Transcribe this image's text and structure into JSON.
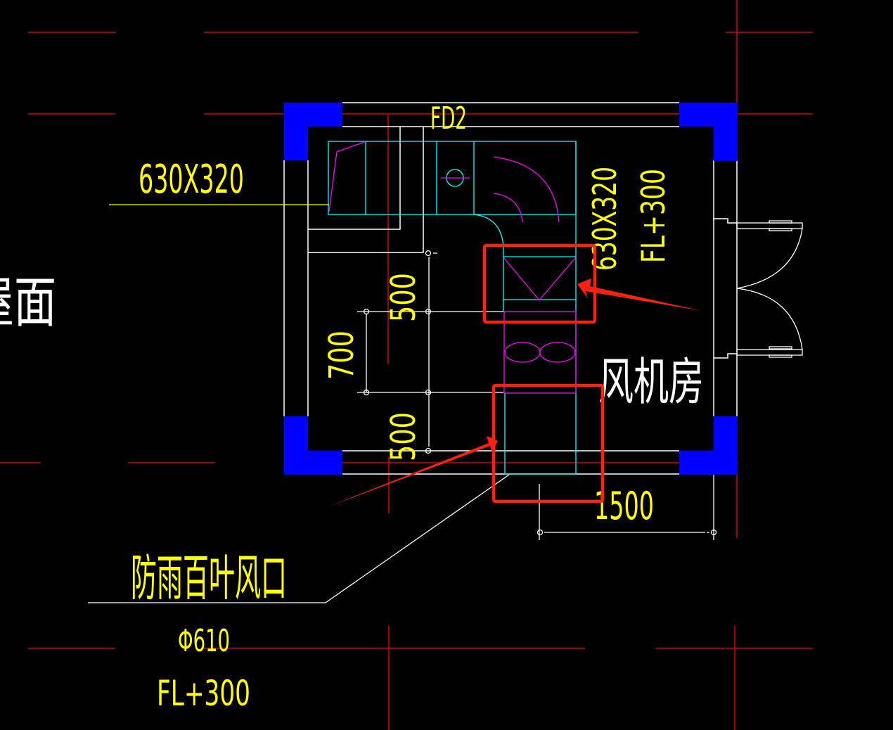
{
  "drawing": {
    "background_color": "#000000",
    "colors": {
      "axis_grid": "#ff0000",
      "wall": "#ffffff",
      "column": "#0000ff",
      "duct": "#00ffff",
      "equipment": "#ff00ff",
      "annotation_text": "#ffff00",
      "room_text": "#ffffff",
      "markup_highlight": "#ff2010"
    },
    "labels": {
      "fan_tag": "FD2",
      "duct_size_left": "630X320",
      "duct_size_right": "630X320",
      "elevation_right": "FL+300",
      "room_name": "风机房",
      "roof_partial": "屋面",
      "louver_label": "防雨百叶风口",
      "louver_diameter": "Φ610",
      "louver_elevation": "FL+300"
    },
    "dimensions": {
      "upper_segment": "500",
      "middle_segment": "700",
      "lower_segment": "500",
      "width": "1500"
    },
    "markup": {
      "highlight_boxes": [
        {
          "name": "fan-inlet-section",
          "target": "equipment above fan"
        },
        {
          "name": "louver-connection-section",
          "target": "duct below fan"
        }
      ],
      "arrows": 2
    },
    "icons": {
      "columns": "column-block",
      "door": "double-swing-door",
      "damper": "fire-damper-circle",
      "fan": "axial-fan-double-ellipse"
    }
  }
}
